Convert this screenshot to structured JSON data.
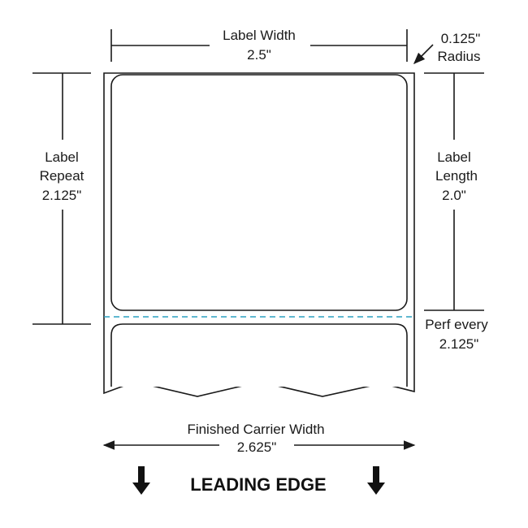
{
  "diagram": {
    "label_width": {
      "title": "Label Width",
      "value": "2.5\""
    },
    "radius": {
      "value": "0.125\"",
      "title": "Radius"
    },
    "label_repeat": {
      "title_line1": "Label",
      "title_line2": "Repeat",
      "value": "2.125\""
    },
    "label_length": {
      "title_line1": "Label",
      "title_line2": "Length",
      "value": "2.0\""
    },
    "perf": {
      "title": "Perf every",
      "value": "2.125\""
    },
    "carrier_width": {
      "title": "Finished Carrier Width",
      "value": "2.625\""
    },
    "leading_edge": "LEADING EDGE",
    "colors": {
      "line": "#1a1a1a",
      "perforation": "#2aa0c0",
      "background": "#ffffff"
    }
  }
}
